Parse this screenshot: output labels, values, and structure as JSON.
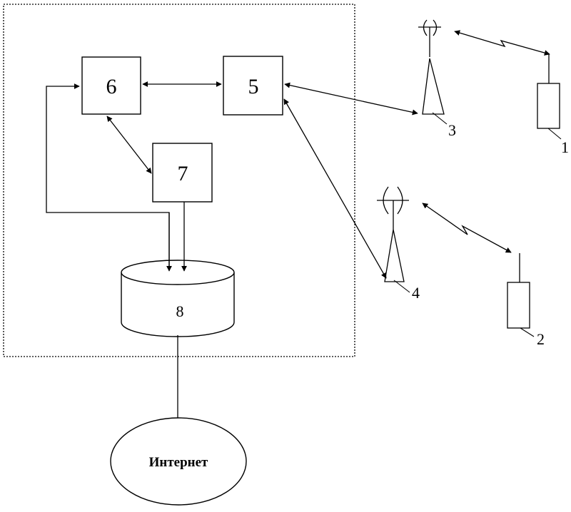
{
  "blocks": {
    "b5": "5",
    "b6": "6",
    "b7": "7",
    "b8": "8"
  },
  "stations": {
    "s3": "3",
    "s4": "4"
  },
  "terminals": {
    "t1": "1",
    "t2": "2"
  },
  "internet": "Интернет"
}
